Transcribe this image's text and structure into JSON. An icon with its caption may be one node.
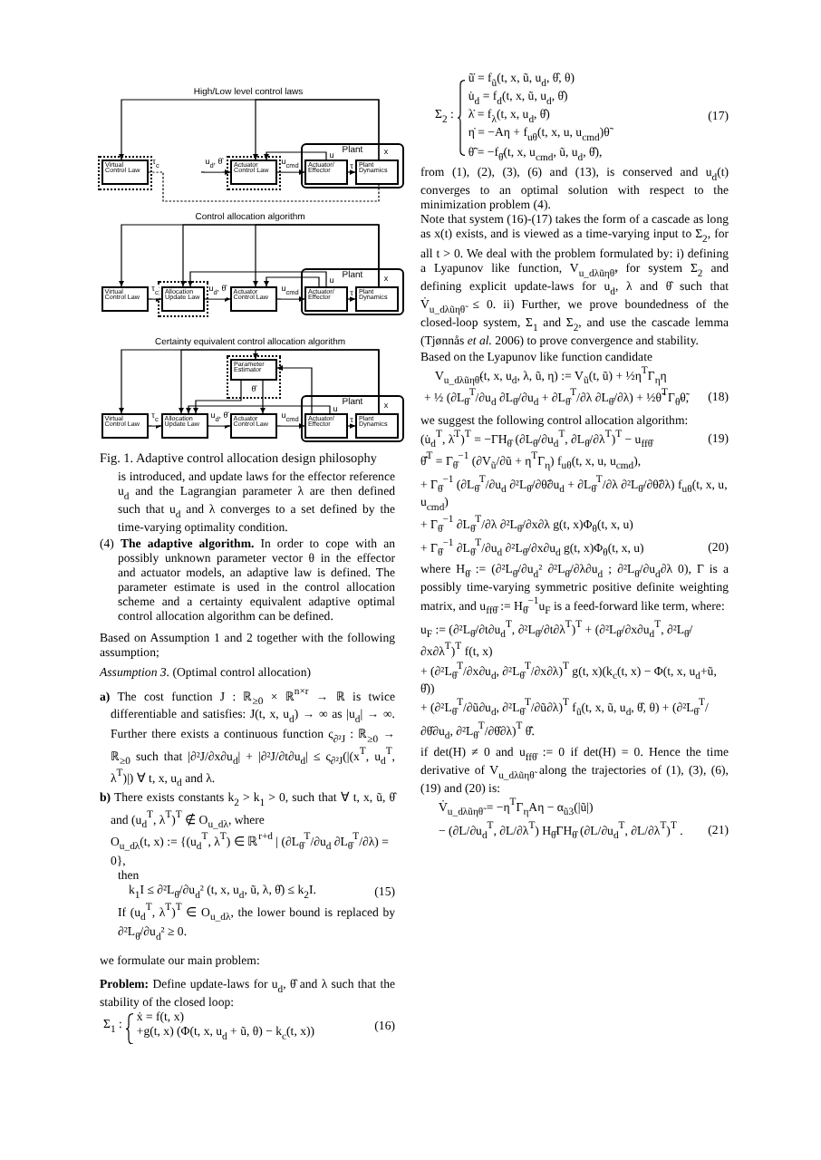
{
  "diagram": {
    "caption": "Fig. 1. Adaptive control allocation design philosophy",
    "nodes": [
      {
        "text": [],
        "shape": "box"
      },
      {
        "text": [
          "Virtual Control Law"
        ],
        "in": 0
      },
      {
        "text": [],
        "shape": "box"
      },
      {
        "text": [
          "Actuator Control Law"
        ],
        "in": 2
      },
      {
        "text": [
          "Plant"
        ]
      },
      {
        "text": [
          "Actuator/ Effector"
        ],
        "in": 4
      },
      {
        "text": [
          "Plant Dynamics"
        ],
        "in": 4
      },
      {
        "text": [
          "Virtual Control Law"
        ]
      },
      {
        "text": [],
        "shape": "box"
      },
      {
        "text": [
          "Allocation Update Law"
        ],
        "in": 8
      },
      {
        "text": [
          "Actuator Control Law"
        ]
      },
      {
        "text": [
          "Plant"
        ]
      },
      {
        "text": [
          "Actuator/ Effector"
        ],
        "in": 11
      },
      {
        "text": [
          "Plant Dynamics"
        ],
        "in": 11
      },
      {
        "text": [],
        "shape": "box"
      },
      {
        "text": [
          "Parameter Estimator"
        ],
        "in": 14
      },
      {
        "text": [
          "Virtual Control Law"
        ]
      },
      {
        "text": [
          "Allocation Update Law"
        ]
      },
      {
        "text": [
          "Actuator Control Law"
        ]
      },
      {
        "text": [
          "Plant"
        ]
      },
      {
        "text": [
          "Actuator/ Effector"
        ],
        "in": 19
      },
      {
        "text": [
          "Plant Dynamics"
        ],
        "in": 19
      }
    ],
    "edges": [
      {
        "from": 6,
        "to": 1,
        "arrow": "to",
        "label": "x"
      },
      {
        "from": 6,
        "to": 3,
        "arrow": "to"
      },
      {
        "from": null,
        "to": 3,
        "arrow": "to",
        "label": "u$_{d}$, θ̂"
      },
      {
        "from": 3,
        "to": 5,
        "arrow": "to",
        "label": "u$_{cmd}$"
      },
      {
        "from": 5,
        "to": 6,
        "arrow": "to",
        "label": "τ"
      },
      {
        "from": 5,
        "to": 3,
        "arrow": "to",
        "label": "u"
      },
      {
        "from": 1,
        "to": 6,
        "arrow": "none",
        "label": "τ$_{c}$",
        "style": "dashed"
      },
      {
        "from": 13,
        "to": 7,
        "arrow": "to",
        "label": "x"
      },
      {
        "from": 13,
        "to": 9,
        "arrow": "to"
      },
      {
        "from": 13,
        "to": 10,
        "arrow": "to"
      },
      {
        "from": 7,
        "to": 9,
        "arrow": "to",
        "label": "τ$_{c}$"
      },
      {
        "from": 9,
        "to": 10,
        "arrow": "to",
        "label": "u$_{d}$, θ̂"
      },
      {
        "from": 10,
        "to": 12,
        "arrow": "to",
        "label": "u$_{cmd}$"
      },
      {
        "from": 12,
        "to": 13,
        "arrow": "to",
        "label": "τ"
      },
      {
        "from": 12,
        "to": 9,
        "arrow": "to",
        "label": "u"
      },
      {
        "from": 12,
        "to": 10,
        "arrow": "to"
      },
      {
        "from": 21,
        "to": 16,
        "arrow": "to",
        "label": "x"
      },
      {
        "from": 21,
        "to": 17,
        "arrow": "to"
      },
      {
        "from": 21,
        "to": 15,
        "arrow": "to"
      },
      {
        "from": 16,
        "to": 17,
        "arrow": "to",
        "label": "τ$_{c}$"
      },
      {
        "from": 17,
        "to": 18,
        "arrow": "to",
        "label": "u$_{d}$, θ̂"
      },
      {
        "from": 18,
        "to": 20,
        "arrow": "to",
        "label": "u$_{cmd}$"
      },
      {
        "from": 20,
        "to": 21,
        "arrow": "to",
        "label": "τ"
      },
      {
        "from": 15,
        "to": 17,
        "arrow": "to"
      },
      {
        "from": 20,
        "to": 17,
        "arrow": "to",
        "label": "u"
      },
      {
        "from": 15,
        "to": 18,
        "arrow": "to",
        "label": "θ̂"
      },
      {
        "from": 20,
        "to": 15,
        "arrow": "to"
      }
    ],
    "labels": [
      "High/Low level control laws",
      "Control allocation algorithm",
      "Certainty equivalent control allocation algorithm",
      "is introduced, and update laws for the effector reference u$_{d}$ and the Lagrangian parameter λ are then defined such that u$_{d}$ and λ converges to a set defined by the time-varying optimality condition.",
      "(4) **The adaptive algorithm.** In order to cope with an possibly unknown parameter vector θ in the effector and actuator models, an adaptive law is defined. The parameter estimate is used in the control allocation scheme and a certainty equivalent adaptive optimal control allocation algorithm can be defined.",
      "Based on Assumption 1 and 2 together with the following assumption;",
      "*Assumption 3.* (Optimal control allocation)",
      "**a)** The cost function J : ℝ$_{≥0}$ × ℝ$^{n×r}$ → ℝ is twice differentiable and satisfies: J(t, x, u$_{d}$) → ∞ as |u$_{d}$| → ∞. Further there exists a continuous function ς$_{∂²J}$ : ℝ$_{≥0}$ → ℝ$_{≥0}$ such that |∂²J/∂x∂u$_{d}$| + |∂²J/∂t∂u$_{d}$| ≤ ς$_{∂²J}$(|(x$^{T}$, u$_{d}$$^{T}$, λ$^{T}$)|) ∀ t, x, u$_{d}$ and λ.",
      "**b)** There exists constants k$_{2}$ > k$_{1}$ > 0, such that ∀ t, x, ũ, θ̂ and (u$_{d}$$^{T}$, λ$^{T}$)$^{T}$ ∉ O$_{u_dλ}$, where",
      "O$_{u_dλ}$(t, x) := {(u$_{d}$$^{T}$, λ$^{T}$) ∈ ℝ$^{r+d}$ | (∂L$_{θ̂}$$^{T}$/∂u$_{d}$ ∂L$_{θ̂}$$^{T}$/∂λ) = 0},",
      "then",
      "k$_{1}$I ≤ ∂²L$_{θ̂}$/∂u$_{d}$² (t, x, u$_{d}$, ũ, λ, θ̂) ≤ k$_{2}$I.",
      "(15)",
      "If (u$_{d}$$^{T}$, λ$^{T}$)$^{T}$ ∈ O$_{u_dλ}$, the lower bound is replaced by ∂²L$_{θ̂}$/∂u$_{d}$² ≥ 0.",
      "we formulate our main problem:",
      "**Problem:** Define update-laws for u$_{d}$, θ̂ and λ such that the stability of the closed loop:",
      "Σ$_{1}$ :",
      "ẋ = f(t, x)",
      "+g(t, x) (Φ(t, x, u$_{d}$ + ũ, θ) − k$_{c}$(t, x))",
      "(16)",
      "Σ$_{2}$ :",
      "ũ̇ = f$_{ũ}$(t, x, ũ, u$_{d}$, θ̂, θ)",
      "u̇$_{d}$ = f$_{d}$(t, x, ũ, u$_{d}$, θ̂)",
      "λ̇ = f$_{λ}$(t, x, u$_{d}$, θ̂)",
      "η̇ = −Aη + f$_{uθ}$(t, x, u, u$_{cmd}$)θ̃",
      "θ̃̇ = −f$_{θ̂}$(t, x, u$_{cmd}$, ũ, u$_{d}$, θ̂),",
      "(17)",
      "from (1), (2), (3), (6) and (13), is conserved and u$_{d}$(t) converges to an optimal solution with respect to the minimization problem (4).",
      "Note that system (16)-(17) takes the form of a cascade as long as x(t) exists, and is viewed as a time-varying input to Σ$_{2}$, for all t > 0. We deal with the problem formulated by: i) defining a Lyapunov like function, V$_{u_dλũηθ̃}$, for system Σ$_{2}$ and defining explicit update-laws for u$_{d}$, λ and θ̂ such that V̇$_{u_dλũηθ̃}$ ≤ 0. ii) Further, we prove boundedness of the closed-loop system, Σ$_{1}$ and Σ$_{2}$, and use the cascade lemma (Tjønnås *et al.* 2006) to prove convergence and stability.",
      "Based on the Lyapunov like function candidate",
      "V$_{u_dλũηθ̃}$(t, x, u$_{d}$, λ, ũ, η) := V$_{ũ}$(t, ũ) + ½η$^{T}$Γ$_{η}$η",
      "+ ½ (∂L$_{θ̂}$$^{T}$/∂u$_{d}$ ∂L$_{θ̂}$/∂u$_{d}$ + ∂L$_{θ̂}$$^{T}$/∂λ ∂L$_{θ̂}$/∂λ) + ½θ̃$^{T}$Γ$_{θ̃}$θ̃,",
      "(18)",
      "we suggest the following control allocation algorithm:",
      "(u̇$_{d}$$^{T}$, λ̇$^{T}$)$^{T}$ = −ΓH$_{θ̂}$ (∂L$_{θ̂}$/∂u$_{d}$$^{T}$, ∂L$_{θ̂}$/∂λ$^{T}$)$^{T}$ − u$_{ffθ̂}$",
      "(19)",
      "θ̂̇$^{T}$ = Γ$_{θ̂}$$^{−1}$ (∂V$_{ũ}$/∂ũ + η$^{T}$Γ$_{η}$) f$_{uθ}$(t, x, u, u$_{cmd}$),",
      "+ Γ$_{θ̂}$$^{−1}$ (∂L$_{θ̂}$$^{T}$/∂u$_{d}$ ∂²L$_{θ̂}$/∂θ̃∂u$_{d}$ + ∂L$_{θ̂}$$^{T}$/∂λ ∂²L$_{θ̂}$/∂θ̃∂λ) f$_{uθ}$(t, x, u, u$_{cmd}$)",
      "+ Γ$_{θ̂}$$^{−1}$ ∂L$_{θ̂}$$^{T}$/∂λ ∂²L$_{θ̂}$/∂x∂λ g(t, x)Φ$_{θ}$(t, x, u)",
      "+ Γ$_{θ̂}$$^{−1}$ ∂L$_{θ̂}$$^{T}$/∂u$_{d}$ ∂²L$_{θ̂}$/∂x∂u$_{d}$ g(t, x)Φ$_{θ}$(t, x, u)",
      "(20)",
      "where H$_{θ̂}$ := (∂²L$_{θ̂}$/∂u$_{d}$² ∂²L$_{θ̂}$/∂λ∂u$_{d}$ ; ∂²L$_{θ̂}$/∂u$_{d}$∂λ 0), Γ is a possibly time-varying symmetric positive definite weighting matrix, and u$_{ffθ̂}$ := H$_{θ̂}$$^{−1}$u$_{F}$ is a feed-forward like term, where:",
      "u$_{F}$ := (∂²L$_{θ̂}$/∂t∂u$_{d}$$^{T}$, ∂²L$_{θ̂}$/∂t∂λ$^{T}$)$^{T}$ + (∂²L$_{θ̂}$/∂x∂u$_{d}$$^{T}$, ∂²L$_{θ̂}$/∂x∂λ$^{T}$)$^{T}$ f(t, x)",
      "+ (∂²L$_{θ̂}$$^{T}$/∂x∂u$_{d}$, ∂²L$_{θ̂}$$^{T}$/∂x∂λ)$^{T}$ g(t, x)(k$_{c}$(t, x) − Φ(t, x, u$_{d}$+ũ, θ̂))",
      "+ (∂²L$_{θ̂}$$^{T}$/∂ũ∂u$_{d}$, ∂²L$_{θ̂}$$^{T}$/∂ũ∂λ)$^{T}$ f$_{ũ}$(t, x, ũ, u$_{d}$, θ̂, θ) + (∂²L$_{θ̂}$$^{T}$/∂θ̂∂u$_{d}$, ∂²L$_{θ̂}$$^{T}$/∂θ̂∂λ)$^{T}$ θ̂̇.",
      "if det(H) ≠ 0 and u$_{ffθ̂}$ := 0 if det(H) = 0. Hence the time derivative of V$_{u_dλũηθ̃}$ along the trajectories of (1), (3), (6), (19) and (20) is:",
      "V̇$_{u_dλũηθ̃}$ = −η$^{T}$Γ$_{η}$Aη − α$_{ũ3}$(|ũ|)",
      "− (∂L/∂u$_{d}$$^{T}$, ∂L/∂λ$^{T}$) H$_{θ̂}$ΓH$_{θ̂}$ (∂L/∂u$_{d}$$^{T}$, ∂L/∂λ$^{T}$)$^{T}$ .",
      "(21)"
    ]
  }
}
